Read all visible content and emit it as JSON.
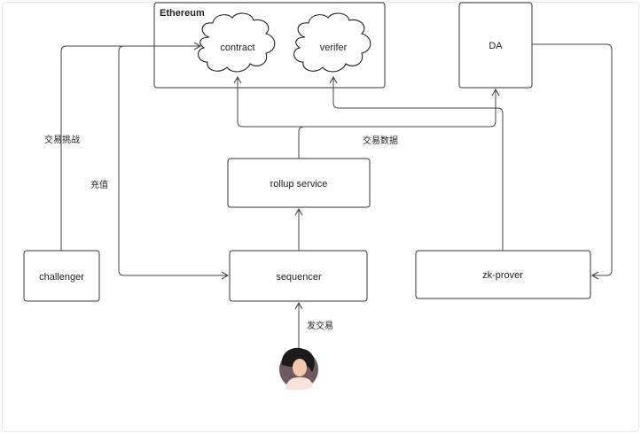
{
  "diagram": {
    "ethereum_label": "Ethereum",
    "nodes": {
      "contract": "contract",
      "verifier": "verifer",
      "da": "DA",
      "rollup_service": "rollup service",
      "sequencer": "sequencer",
      "challenger": "challenger",
      "zk_prover": "zk-prover"
    },
    "edge_labels": {
      "challenge": "交易挑战",
      "deposit": "充值",
      "tx_data": "交易数据",
      "send_tx": "发交易"
    },
    "colors": {
      "stroke": "#333333",
      "avatar_bg": "#6e5a5e",
      "avatar_hair": "#1e1a1a",
      "avatar_skin": "#f2c9ad",
      "avatar_shirt": "#f7e3dc"
    }
  }
}
